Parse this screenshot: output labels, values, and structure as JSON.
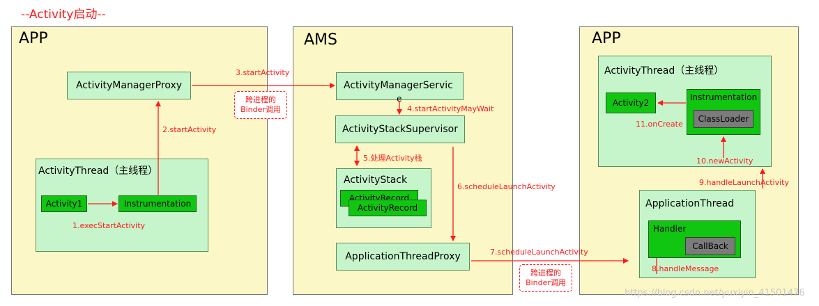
{
  "title": "--Activity启动--",
  "panels": {
    "app_left": "APP",
    "ams": "AMS",
    "app_right": "APP"
  },
  "boxes": {
    "activity_manager_proxy": "ActivityManagerProxy",
    "activity_thread_left": "ActivityThread（主线程）",
    "activity1": "Activity1",
    "instrumentation_left": "Instrumentation",
    "activity_manager_service": "ActivityManagerServic",
    "activity_manager_service_c": "e",
    "activity_stack_supervisor": "ActivityStackSupervisor",
    "activity_stack": "ActivityStack",
    "activity_record_back": "ActivityRecord",
    "activity_record_front": "ActivityRecord",
    "application_thread_proxy": "ApplicationThreadProxy",
    "activity_thread_right": "ActivityThread（主线程）",
    "activity2": "Activity2",
    "instrumentation_right": "Instrumentation",
    "class_loader": "ClassLoader",
    "application_thread": "ApplicationThread",
    "handler": "Handler",
    "callback": "CallBack"
  },
  "steps": {
    "s1": "1.execStartActivity",
    "s2": "2.startActivity",
    "s3": "3.startActivity",
    "s4": "4.startActivityMayWait",
    "s5": "5.处理Activity栈",
    "s6": "6.scheduleLaunchActivity",
    "s7": "7.scheduleLaunchActivity",
    "s8": "8.handleMessage",
    "s9": "9.handleLaunchActivity",
    "s10": "10.newActivity",
    "s11": "11.onCreate"
  },
  "notes": {
    "binder_1_line1": "跨进程的",
    "binder_1_line2": "Binder调用",
    "binder_2_line1": "跨进程的",
    "binder_2_line2": "Binder调用"
  },
  "watermark": "https://blog.csdn.net/yuxiyin_41501476",
  "colors": {
    "panel": "#fbf7c6",
    "light_green": "#c6f5cb",
    "dark_green": "#10c610",
    "gray": "#7b7b7b",
    "arrow_red": "#ff1a1a"
  }
}
